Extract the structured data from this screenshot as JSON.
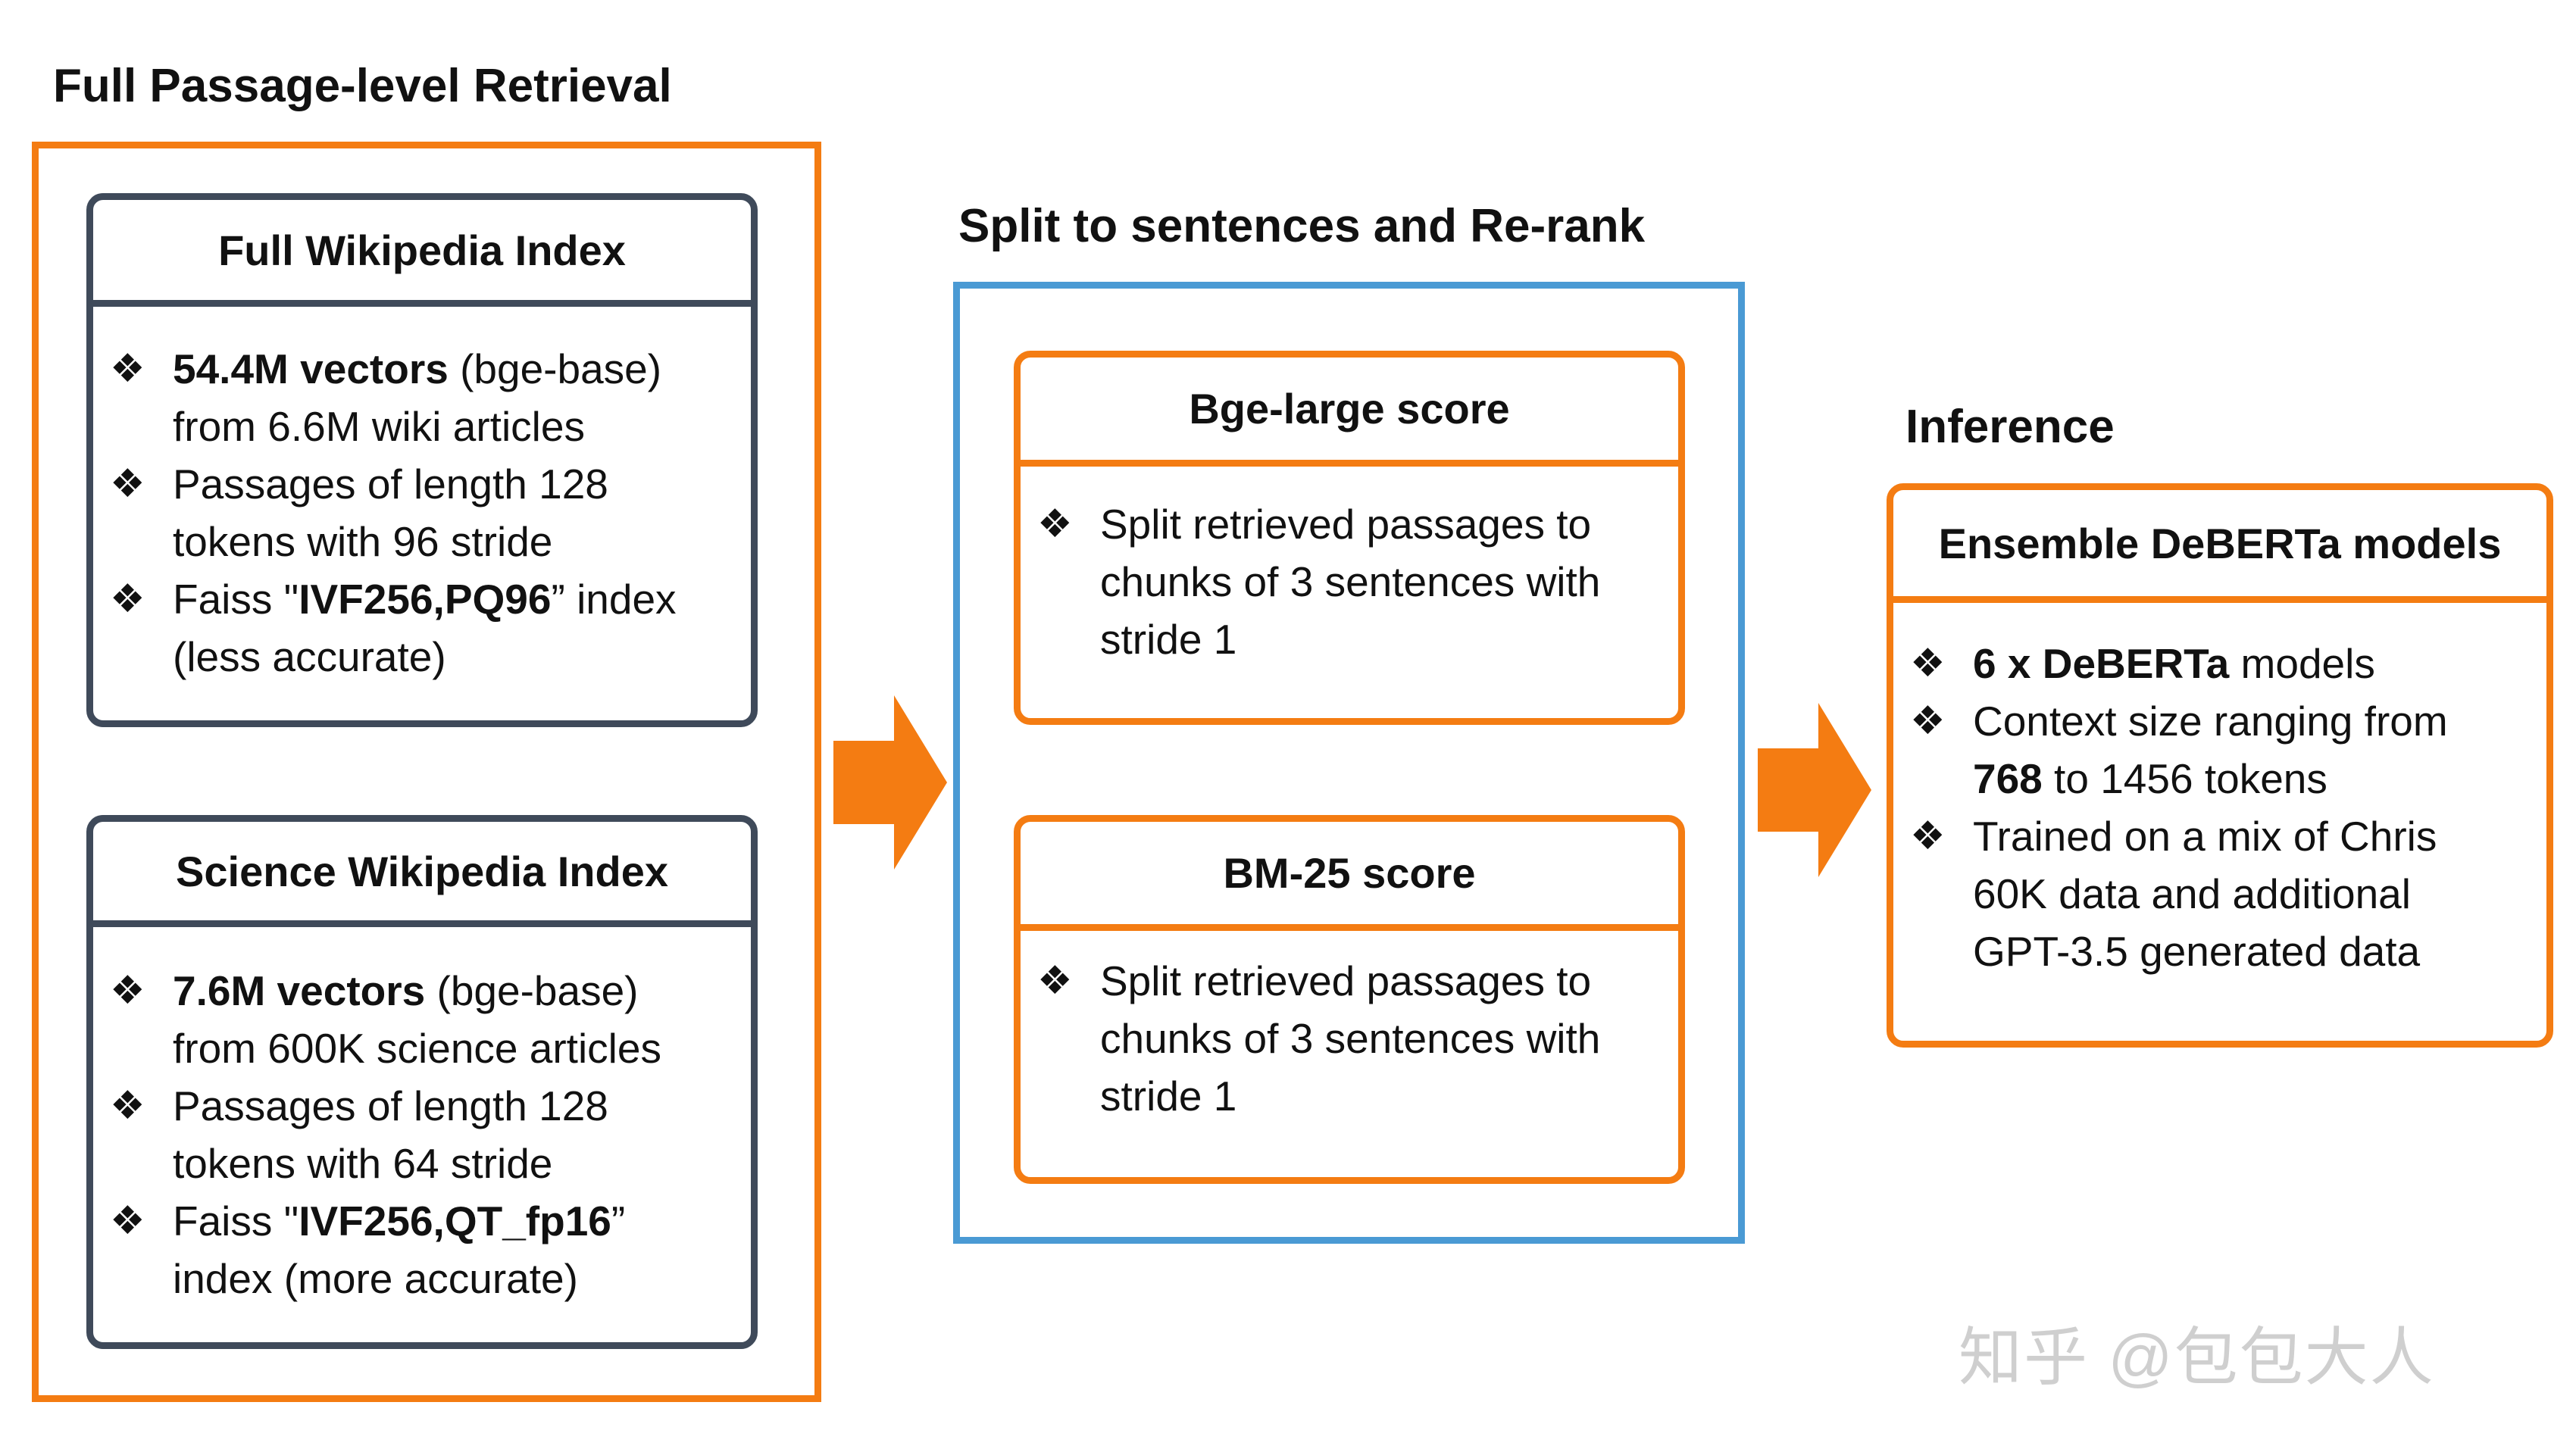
{
  "colors": {
    "orange": "#f47c12",
    "blue": "#4a9ad4",
    "slate": "#3f4a5a",
    "text": "#111111",
    "watermark": "#cfcfcf"
  },
  "retrieval": {
    "title": "Full Passage-level Retrieval",
    "full_index": {
      "title": "Full Wikipedia Index",
      "bullets": [
        {
          "lines": [
            [
              {
                "t": "54.4M vectors",
                "b": true
              },
              {
                "t": " (bge-base)",
                "b": false
              }
            ],
            [
              {
                "t": "from 6.6M wiki articles",
                "b": false
              }
            ]
          ]
        },
        {
          "lines": [
            [
              {
                "t": "Passages of length 128",
                "b": false
              }
            ],
            [
              {
                "t": "tokens with 96 stride",
                "b": false
              }
            ]
          ]
        },
        {
          "lines": [
            [
              {
                "t": "Faiss \"",
                "b": false
              },
              {
                "t": "IVF256,PQ96",
                "b": true
              },
              {
                "t": "” index",
                "b": false
              }
            ],
            [
              {
                "t": "(less accurate)",
                "b": false
              }
            ]
          ]
        }
      ]
    },
    "science_index": {
      "title": "Science Wikipedia Index",
      "bullets": [
        {
          "lines": [
            [
              {
                "t": "7.6M vectors",
                "b": true
              },
              {
                "t": " (bge-base)",
                "b": false
              }
            ],
            [
              {
                "t": "from 600K science articles",
                "b": false
              }
            ]
          ]
        },
        {
          "lines": [
            [
              {
                "t": "Passages of length 128",
                "b": false
              }
            ],
            [
              {
                "t": "tokens with 64 stride",
                "b": false
              }
            ]
          ]
        },
        {
          "lines": [
            [
              {
                "t": "Faiss \"",
                "b": false
              },
              {
                "t": "IVF256,QT_fp16",
                "b": true
              },
              {
                "t": "”",
                "b": false
              }
            ],
            [
              {
                "t": "index (more accurate)",
                "b": false
              }
            ]
          ]
        }
      ]
    }
  },
  "rerank": {
    "title": "Split to sentences and Re-rank",
    "bge": {
      "title": "Bge-large score",
      "bullets": [
        {
          "lines": [
            [
              {
                "t": "Split retrieved passages to",
                "b": false
              }
            ],
            [
              {
                "t": "chunks of 3 sentences with",
                "b": false
              }
            ],
            [
              {
                "t": "stride 1",
                "b": false
              }
            ]
          ]
        }
      ]
    },
    "bm25": {
      "title": "BM-25 score",
      "bullets": [
        {
          "lines": [
            [
              {
                "t": "Split retrieved passages to",
                "b": false
              }
            ],
            [
              {
                "t": "chunks of 3 sentences with",
                "b": false
              }
            ],
            [
              {
                "t": "stride 1",
                "b": false
              }
            ]
          ]
        }
      ]
    }
  },
  "inference": {
    "title": "Inference",
    "ensemble": {
      "title": "Ensemble DeBERTa models",
      "bullets": [
        {
          "lines": [
            [
              {
                "t": "6 x DeBERTa",
                "b": true
              },
              {
                "t": " models",
                "b": false
              }
            ]
          ]
        },
        {
          "lines": [
            [
              {
                "t": "Context size ranging from",
                "b": false
              }
            ],
            [
              {
                "t": "768",
                "b": true
              },
              {
                "t": " to 1456 tokens",
                "b": false
              }
            ]
          ]
        },
        {
          "lines": [
            [
              {
                "t": "Trained on a mix of Chris",
                "b": false
              }
            ],
            [
              {
                "t": "60K data and additional",
                "b": false
              }
            ],
            [
              {
                "t": "GPT-3.5 generated data",
                "b": false
              }
            ]
          ]
        }
      ]
    }
  },
  "bullet_glyph": "❖",
  "watermark": "知乎 @包包大人"
}
